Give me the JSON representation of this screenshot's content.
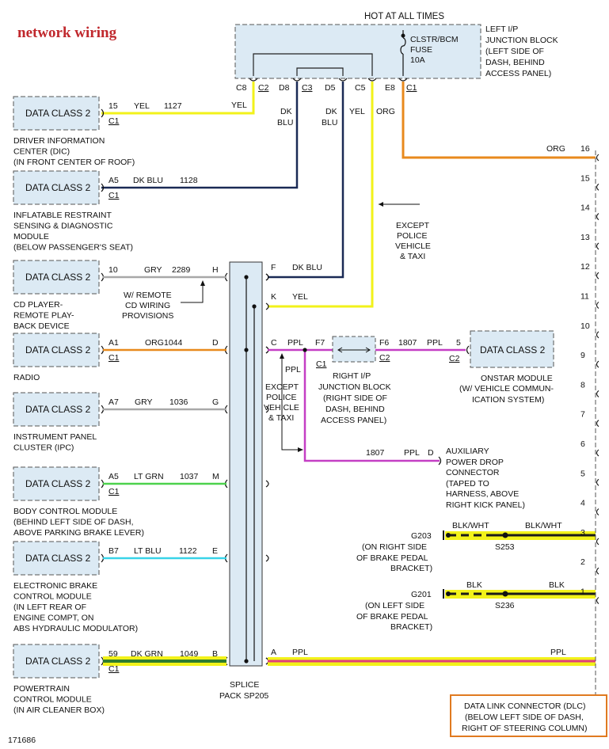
{
  "title": "network wiring",
  "figure_id": "171686",
  "left_junction": {
    "header": "HOT AT ALL TIMES",
    "fuse_lines": [
      "CLSTR/BCM",
      "FUSE",
      "10A"
    ],
    "label_lines": [
      "LEFT I/P",
      "JUNCTION BLOCK",
      "(LEFT SIDE OF",
      "DASH, BEHIND",
      "ACCESS PANEL)"
    ],
    "pins": [
      "C8",
      "C2",
      "D8",
      "C3",
      "D5",
      "C5",
      "E8",
      "C1"
    ]
  },
  "modules": [
    {
      "label": "DATA CLASS 2",
      "conn": "C1",
      "pin": "15",
      "color": "YEL",
      "circuit": "1127",
      "splice_pin": "",
      "desc": [
        "DRIVER INFORMATION",
        "CENTER (DIC)",
        "(IN FRONT CENTER OF ROOF)"
      ]
    },
    {
      "label": "DATA CLASS 2",
      "conn": "C1",
      "pin": "A5",
      "color": "DK BLU",
      "circuit": "1128",
      "splice_pin": "",
      "desc": [
        "INFLATABLE RESTRAINT",
        "SENSING & DIAGNOSTIC",
        "MODULE",
        "(BELOW PASSENGER'S SEAT)"
      ]
    },
    {
      "label": "DATA CLASS 2",
      "conn": "",
      "pin": "10",
      "color": "GRY",
      "circuit": "2289",
      "splice_pin": "H",
      "desc": [
        "CD PLAYER-",
        "REMOTE PLAY-",
        "BACK DEVICE"
      ]
    },
    {
      "label": "DATA CLASS 2",
      "conn": "C1",
      "pin": "A1",
      "color": "ORG",
      "circuit": "1044",
      "splice_pin": "D",
      "desc": [
        "RADIO"
      ]
    },
    {
      "label": "DATA CLASS 2",
      "conn": "",
      "pin": "A7",
      "color": "GRY",
      "circuit": "1036",
      "splice_pin": "G",
      "desc": [
        "INSTRUMENT PANEL",
        "CLUSTER (IPC)"
      ]
    },
    {
      "label": "DATA CLASS 2",
      "conn": "C1",
      "pin": "A5",
      "color": "LT GRN",
      "circuit": "1037",
      "splice_pin": "M",
      "desc": [
        "BODY CONTROL MODULE",
        "(BEHIND LEFT SIDE OF DASH,",
        "ABOVE PARKING BRAKE LEVER)"
      ]
    },
    {
      "label": "DATA CLASS 2",
      "conn": "",
      "pin": "B7",
      "color": "LT BLU",
      "circuit": "1122",
      "splice_pin": "E",
      "desc": [
        "ELECTRONIC BRAKE",
        "CONTROL MODULE",
        "(IN LEFT REAR OF",
        "ENGINE COMPT, ON",
        "ABS HYDRAULIC MODULATOR)"
      ]
    },
    {
      "label": "DATA CLASS 2",
      "conn": "C1",
      "pin": "59",
      "color": "DK GRN",
      "circuit": "1049",
      "splice_pin": "B",
      "desc": [
        "POWERTRAIN",
        "CONTROL MODULE",
        "(IN AIR CLEANER BOX)"
      ]
    }
  ],
  "wires_top": {
    "yel_1": "YEL",
    "dkblu_1": [
      "DK",
      "BLU"
    ],
    "dkblu_2": [
      "DK",
      "BLU"
    ],
    "yel_2": "YEL",
    "org": "ORG"
  },
  "except_police_1": [
    "EXCEPT",
    "POLICE",
    "VEHICLE",
    "& TAXI"
  ],
  "remote_cd": [
    "W/ REMOTE",
    "CD WIRING",
    "PROVISIONS"
  ],
  "splice": {
    "label": [
      "SPLICE",
      "PACK SP205"
    ],
    "right_pins": [
      {
        "pin": "F",
        "color": "DK BLU"
      },
      {
        "pin": "K",
        "color": "YEL"
      },
      {
        "pin": "C",
        "color": "PPL"
      },
      {
        "pin": "A",
        "color": "PPL"
      }
    ]
  },
  "right_junction": {
    "pin_left": "F7",
    "conn_left": "C1",
    "pin_right": "F6",
    "conn_right": "C2",
    "label": [
      "RIGHT I/P",
      "JUNCTION BLOCK",
      "(RIGHT SIDE OF",
      "DASH, BEHIND",
      "ACCESS PANEL)"
    ],
    "ppl_down": "PPL"
  },
  "except_police_2": [
    "EXCEPT",
    "POLICE",
    "VEHICLE",
    "& TAXI"
  ],
  "onstar": {
    "label": "DATA CLASS 2",
    "pin": "5",
    "conn": "C2",
    "circuit": "1807",
    "color": "PPL",
    "desc": [
      "ONSTAR MODULE",
      "(W/ VEHICLE COMMUN-",
      "ICATION SYSTEM)"
    ]
  },
  "aux": {
    "circuit": "1807",
    "color": "PPL",
    "pin": "D",
    "desc": [
      "AUXILIARY",
      "POWER DROP",
      "CONNECTOR",
      "(TAPED TO",
      "HARNESS, ABOVE",
      "RIGHT KICK PANEL)"
    ]
  },
  "grounds": [
    {
      "name": "G203",
      "splice": "S253",
      "color_left": "BLK/WHT",
      "color_right": "BLK/WHT",
      "desc": [
        "(ON RIGHT SIDE",
        "OF BRAKE PEDAL",
        "BRACKET)"
      ]
    },
    {
      "name": "G201",
      "splice": "S236",
      "color_left": "BLK",
      "color_right": "BLK",
      "desc": [
        "(ON LEFT SIDE",
        "OF BRAKE PEDAL",
        "BRACKET)"
      ]
    }
  ],
  "dlc": {
    "pins": [
      "16",
      "15",
      "14",
      "13",
      "12",
      "11",
      "10",
      "9",
      "8",
      "7",
      "6",
      "5",
      "4",
      "3",
      "2",
      "1"
    ],
    "org_label": "ORG",
    "ppl_label": "PPL",
    "desc": [
      "DATA LINK CONNECTOR (DLC)",
      "(BELOW LEFT SIDE OF DASH,",
      "RIGHT OF STEERING COLUMN)"
    ]
  },
  "colors": {
    "yellow": "#f2f21a",
    "dark_blue": "#1a2a55",
    "orange": "#e88a1d",
    "gray": "#a8a8a8",
    "purple": "#c43ec4",
    "light_green": "#4cd24c",
    "light_blue": "#38d4e8",
    "dark_green": "#2e7d2e",
    "pink": "#e0407a",
    "black": "#1a1a1a",
    "box_fill": "#dceaf4",
    "title_red": "#c0282d",
    "dlc_border": "#e07a20"
  }
}
